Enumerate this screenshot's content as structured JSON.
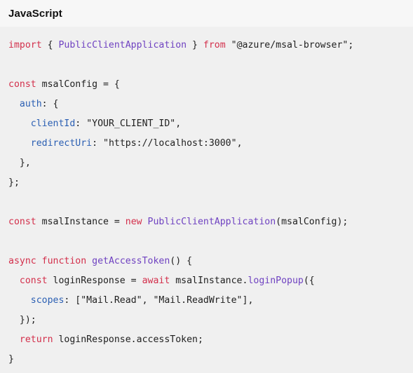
{
  "header": {
    "language_label": "JavaScript"
  },
  "colors": {
    "keyword": "#d32f4b",
    "class_or_function": "#6f42c1",
    "property": "#2b5fb3",
    "text": "#1f1f1f",
    "code_background": "#f0f0f0",
    "header_background": "#f7f7f7"
  },
  "code": {
    "lines": [
      [
        {
          "t": "kw",
          "v": "import"
        },
        {
          "t": "p",
          "v": " { "
        },
        {
          "t": "cls",
          "v": "PublicClientApplication"
        },
        {
          "t": "p",
          "v": " } "
        },
        {
          "t": "kw",
          "v": "from"
        },
        {
          "t": "p",
          "v": " "
        },
        {
          "t": "str",
          "v": "\"@azure/msal-browser\""
        },
        {
          "t": "p",
          "v": ";"
        }
      ],
      [],
      [
        {
          "t": "kw",
          "v": "const"
        },
        {
          "t": "p",
          "v": " msalConfig = {"
        }
      ],
      [
        {
          "t": "p",
          "v": "  "
        },
        {
          "t": "prop",
          "v": "auth"
        },
        {
          "t": "p",
          "v": ": {"
        }
      ],
      [
        {
          "t": "p",
          "v": "    "
        },
        {
          "t": "prop",
          "v": "clientId"
        },
        {
          "t": "p",
          "v": ": "
        },
        {
          "t": "str",
          "v": "\"YOUR_CLIENT_ID\""
        },
        {
          "t": "p",
          "v": ","
        }
      ],
      [
        {
          "t": "p",
          "v": "    "
        },
        {
          "t": "prop",
          "v": "redirectUri"
        },
        {
          "t": "p",
          "v": ": "
        },
        {
          "t": "str",
          "v": "\"https://localhost:3000\""
        },
        {
          "t": "p",
          "v": ","
        }
      ],
      [
        {
          "t": "p",
          "v": "  },"
        }
      ],
      [
        {
          "t": "p",
          "v": "};"
        }
      ],
      [],
      [
        {
          "t": "kw",
          "v": "const"
        },
        {
          "t": "p",
          "v": " msalInstance = "
        },
        {
          "t": "kw",
          "v": "new"
        },
        {
          "t": "p",
          "v": " "
        },
        {
          "t": "cls",
          "v": "PublicClientApplication"
        },
        {
          "t": "p",
          "v": "(msalConfig);"
        }
      ],
      [],
      [
        {
          "t": "kw",
          "v": "async"
        },
        {
          "t": "p",
          "v": " "
        },
        {
          "t": "kw",
          "v": "function"
        },
        {
          "t": "p",
          "v": " "
        },
        {
          "t": "fn",
          "v": "getAccessToken"
        },
        {
          "t": "p",
          "v": "() {"
        }
      ],
      [
        {
          "t": "p",
          "v": "  "
        },
        {
          "t": "kw",
          "v": "const"
        },
        {
          "t": "p",
          "v": " loginResponse = "
        },
        {
          "t": "kw",
          "v": "await"
        },
        {
          "t": "p",
          "v": " msalInstance."
        },
        {
          "t": "fn",
          "v": "loginPopup"
        },
        {
          "t": "p",
          "v": "({"
        }
      ],
      [
        {
          "t": "p",
          "v": "    "
        },
        {
          "t": "prop",
          "v": "scopes"
        },
        {
          "t": "p",
          "v": ": ["
        },
        {
          "t": "str",
          "v": "\"Mail.Read\""
        },
        {
          "t": "p",
          "v": ", "
        },
        {
          "t": "str",
          "v": "\"Mail.ReadWrite\""
        },
        {
          "t": "p",
          "v": "],"
        }
      ],
      [
        {
          "t": "p",
          "v": "  });"
        }
      ],
      [
        {
          "t": "p",
          "v": "  "
        },
        {
          "t": "kw",
          "v": "return"
        },
        {
          "t": "p",
          "v": " loginResponse.accessToken;"
        }
      ],
      [
        {
          "t": "p",
          "v": "}"
        }
      ]
    ]
  }
}
